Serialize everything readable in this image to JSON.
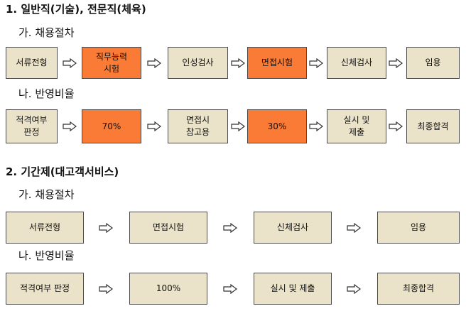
{
  "section1": {
    "title": "1. 일반직(기술), 전문직(체육)",
    "procedure_label": "가. 채용절차",
    "procedure_steps": [
      "서류전형",
      "직무능력\n시험",
      "인성검사",
      "면접시험",
      "신체검사",
      "임용"
    ],
    "ratio_label": "나. 반영비율",
    "ratio_steps": [
      "적격여부\n판정",
      "70%",
      "면접시\n참고용",
      "30%",
      "실시 및\n제출",
      "최종합격"
    ]
  },
  "section2": {
    "title": "2. 기간제(대고객서비스)",
    "procedure_label": "가. 채용절차",
    "procedure_steps": [
      "서류전형",
      "면접시험",
      "신체검사",
      "임용"
    ],
    "ratio_label": "나. 반영비율",
    "ratio_steps": [
      "적격여부 판정",
      "100%",
      "실시 및 제출",
      "최종합격"
    ]
  },
  "colors": {
    "box_fill": "#ebe3c9",
    "highlight_fill": "#f97b35",
    "border": "#4a4a4a"
  },
  "icons": {
    "connector": "right-arrow-outline-icon"
  }
}
